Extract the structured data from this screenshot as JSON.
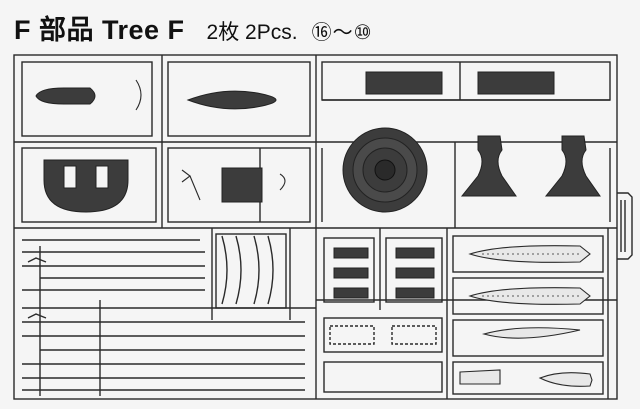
{
  "header": {
    "title": "F 部品 Tree F",
    "count": "2枚 2Pcs.",
    "range": "⑯〜⑩"
  },
  "sprue": {
    "name": "Tree F",
    "stroke_color": "#2a2a2a",
    "part_fill_dark": "#3c3c3c",
    "part_fill_mid": "#5a5a5a",
    "background": "#f5f5f5"
  }
}
